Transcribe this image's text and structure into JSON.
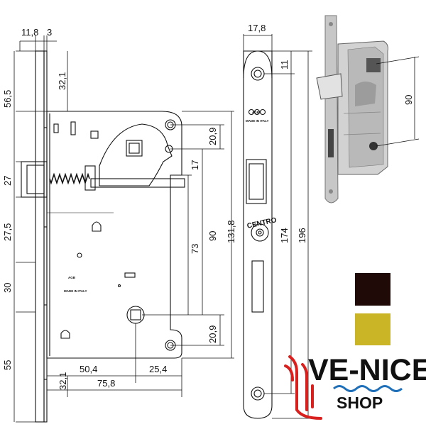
{
  "dimensions": {
    "top": {
      "width_a": "11,8",
      "width_b": "3",
      "faceplate_width": "17,8"
    },
    "left": [
      "56,5",
      "27",
      "27,5",
      "30",
      "55"
    ],
    "inner": {
      "top_offset": "32,1",
      "hole_diameter": "20,9",
      "latch_offset": "17",
      "spacing_73": "73",
      "spacing_90": "90",
      "bottom_hole": "20,9"
    },
    "heights": {
      "case": "131,8",
      "screw_spacing": "174",
      "plate_total": "196",
      "faceplate_hole": "11"
    },
    "bottom": {
      "backset": "50,4",
      "key_distance": "25,4",
      "case_depth": "75,8",
      "bottom_offset": "32,1"
    },
    "photo_spacing": "90"
  },
  "labels": {
    "brand": "AGB",
    "made_in": "MADE IN ITALY",
    "centro": "CENTRO"
  },
  "swatches": {
    "dark": "#1f0a07",
    "gold": "#c9b525"
  },
  "logo": {
    "main": "VE-NICE",
    "shop": "SHOP",
    "color": "#d8211f"
  }
}
